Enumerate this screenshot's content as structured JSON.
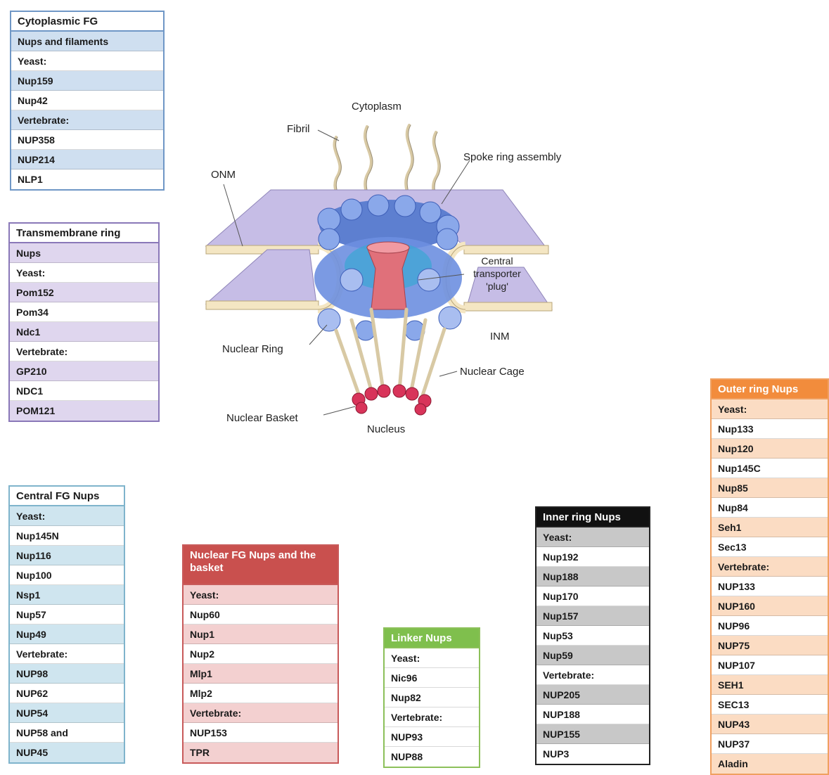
{
  "tables": {
    "cyto": {
      "header": "Cytoplasmic FG",
      "rows": [
        "Nups and filaments",
        "Yeast:",
        "Nup159",
        "Nup42",
        "Vertebrate:",
        "NUP358",
        "NUP214",
        "NLP1"
      ],
      "colors": {
        "border": "#6f97c6",
        "shade": "#cfdff0",
        "headerBg": "#ffffff",
        "headerText": "#1a1a1a"
      }
    },
    "trans": {
      "header": "Transmembrane ring",
      "rows": [
        "Nups",
        "Yeast:",
        "Pom152",
        "Pom34",
        "Ndc1",
        "Vertebrate:",
        "GP210",
        "NDC1",
        "POM121"
      ],
      "colors": {
        "border": "#8a78b8",
        "shade": "#dfd6ee",
        "headerBg": "#ffffff",
        "headerText": "#1a1a1a"
      }
    },
    "central": {
      "header": "Central FG Nups",
      "rows": [
        "Yeast:",
        "Nup145N",
        "Nup116",
        "Nup100",
        "Nsp1",
        "Nup57",
        "Nup49",
        "Vertebrate:",
        "NUP98",
        "NUP62",
        "NUP54",
        "NUP58 and",
        "NUP45"
      ],
      "colors": {
        "border": "#7fb4cc",
        "shade": "#cfe5ef",
        "headerBg": "#ffffff",
        "headerText": "#1a1a1a"
      }
    },
    "nuclear": {
      "header": "Nuclear FG Nups and the basket",
      "rows": [
        "Yeast:",
        "Nup60",
        "Nup1",
        "Nup2",
        "Mlp1",
        "Mlp2",
        "Vertebrate:",
        "NUP153",
        "TPR"
      ],
      "colors": {
        "border": "#c85a5a",
        "shade": "#f3d0d0",
        "headerBg": "#c9504e",
        "headerText": "#ffffff"
      }
    },
    "linker": {
      "header": "Linker Nups",
      "rows": [
        "Yeast:",
        "Nic96",
        "Nup82",
        "Vertebrate:",
        "NUP93",
        "NUP88"
      ],
      "colors": {
        "border": "#8cc05a",
        "shade": "#ffffff",
        "headerBg": "#7fbf4d",
        "headerText": "#ffffff"
      }
    },
    "inner": {
      "header": "Inner ring Nups",
      "rows": [
        "Yeast:",
        "Nup192",
        "Nup188",
        "Nup170",
        "Nup157",
        "Nup53",
        "Nup59",
        "Vertebrate:",
        "NUP205",
        "NUP188",
        "NUP155",
        "NUP3"
      ],
      "colors": {
        "border": "#222222",
        "shade": "#c8c8c8",
        "headerBg": "#111111",
        "headerText": "#ffffff"
      }
    },
    "outer": {
      "header": "Outer ring Nups",
      "rows": [
        "Yeast:",
        "Nup133",
        "Nup120",
        "Nup145C",
        "Nup85",
        "Nup84",
        "Seh1",
        "Sec13",
        "Vertebrate:",
        "NUP133",
        "NUP160",
        "NUP96",
        "NUP75",
        "NUP107",
        "SEH1",
        "SEC13",
        "NUP43",
        "NUP37",
        "Aladin"
      ],
      "colors": {
        "border": "#f0a060",
        "shade": "#fbdcc3",
        "headerBg": "#f28c3c",
        "headerText": "#ffffff"
      }
    }
  },
  "diagram": {
    "labels": {
      "cytoplasm": "Cytoplasm",
      "fibril": "Fibril",
      "spoke": "Spoke ring assembly",
      "onm": "ONM",
      "central_plug": "Central transporter 'plug'",
      "inm": "INM",
      "nuclear_ring": "Nuclear Ring",
      "nuclear_cage": "Nuclear Cage",
      "nuclear_basket": "Nuclear Basket",
      "nucleus": "Nucleus"
    },
    "colors": {
      "membrane": "#c6bde6",
      "membrane_edge": "#8e84b8",
      "envelope": "#f4e6c3",
      "nup_blue": "#7b9de0",
      "nup_dark": "#3e5fb8",
      "plug": "#e0707a",
      "basket": "#d8345a",
      "fibril": "#d8c9a4"
    }
  }
}
